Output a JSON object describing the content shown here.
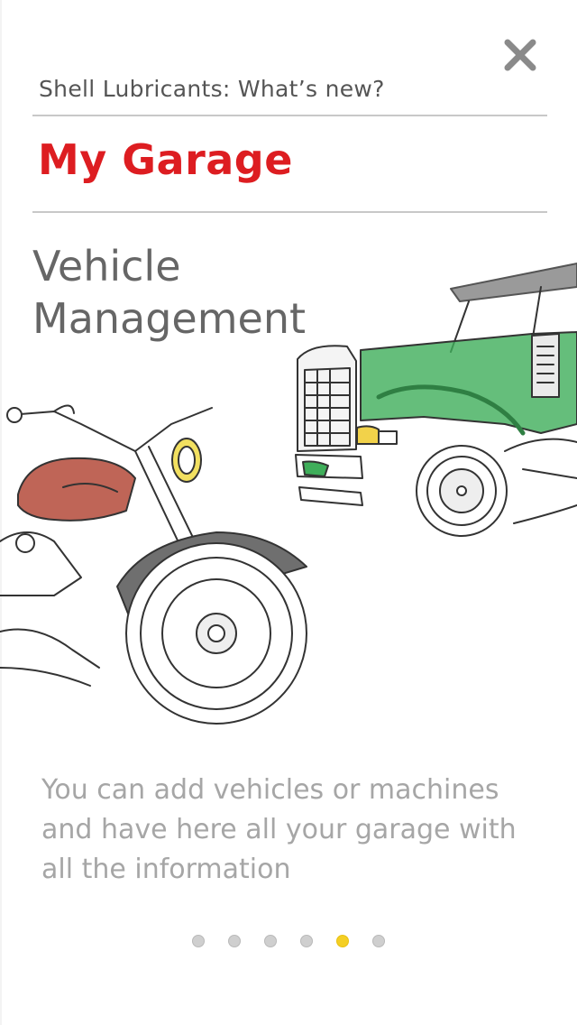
{
  "header": {
    "subtitle": "Shell Lubricants: What’s new?",
    "close_icon": "close-icon"
  },
  "page": {
    "title": "My Garage",
    "feature_title_line1": "Vehicle",
    "feature_title_line2": "Management",
    "description": "You can add vehicles or machines and have here all your garage with all the information"
  },
  "illustration": {
    "subjects": [
      "motorcycle-illustration",
      "truck-illustration"
    ]
  },
  "pager": {
    "total": 6,
    "active_index": 4
  },
  "colors": {
    "brand_red": "#dd1d21",
    "active_dot": "#f4cf24",
    "inactive_dot": "#cfcfcf",
    "truck_green": "#3fae5a",
    "tank_red": "#b44a3a"
  }
}
